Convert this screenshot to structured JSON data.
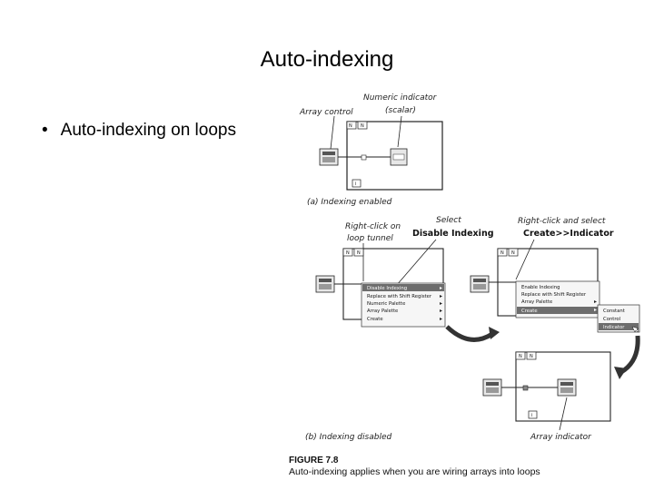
{
  "slide": {
    "title": "Auto-indexing",
    "bullet": "Auto-indexing on loops"
  },
  "figure": {
    "panel_a": {
      "label_array_control": "Array control",
      "label_numeric_indicator_1": "Numeric indicator",
      "label_numeric_indicator_2": "(scalar)",
      "caption": "(a) Indexing enabled"
    },
    "panel_b": {
      "label_right_click_1": "Right-click on",
      "label_right_click_2": "loop tunnel",
      "label_select_1": "Select",
      "label_select_2": "Disable Indexing",
      "label_rc_select_1": "Right-click and select",
      "label_rc_select_2": "Create>>Indicator",
      "menu_left": [
        "Disable Indexing",
        "Replace with Shift Register",
        "Numeric Palette",
        "Array Palette",
        "Create"
      ],
      "menu_right": [
        "Enable Indexing",
        "Replace with Shift Register",
        "Array Palette",
        "Create"
      ],
      "submenu": [
        "Constant",
        "Control",
        "Indicator"
      ],
      "label_array_indicator": "Array indicator",
      "caption": "(b) Indexing disabled"
    },
    "figure_number": "FIGURE 7.8",
    "figure_caption": "Auto-indexing applies when you are wiring arrays into loops"
  },
  "colors": {
    "text": "#000000",
    "background": "#ffffff",
    "menu_highlight": "#6d6d6d"
  }
}
